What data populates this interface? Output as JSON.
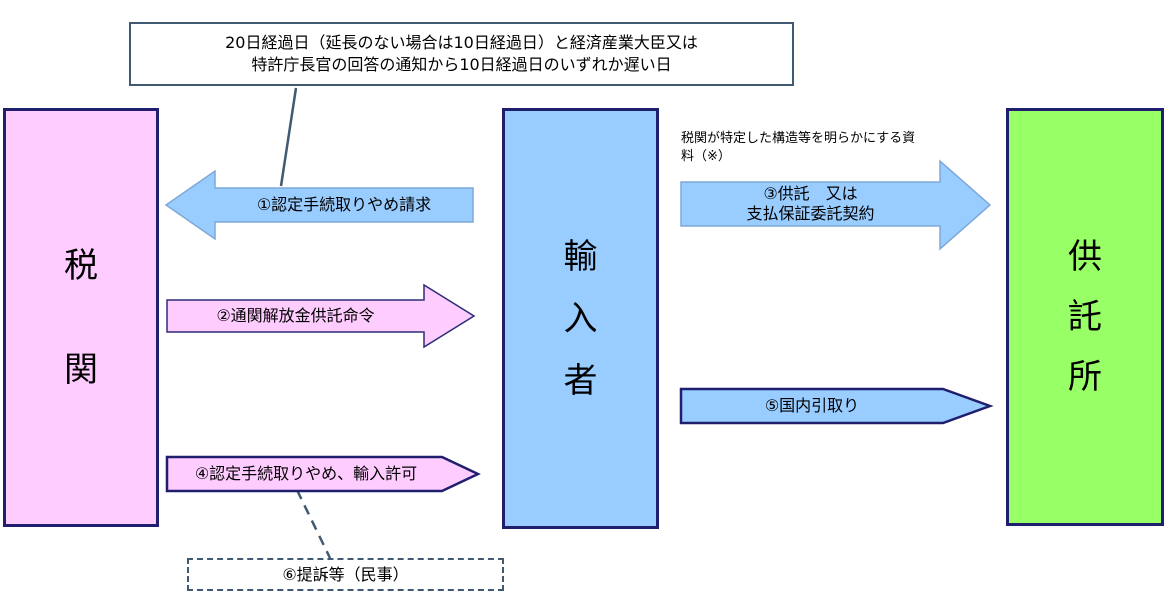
{
  "nodes": {
    "customs": {
      "chars": [
        "税",
        "関"
      ],
      "fill": "#ffccff"
    },
    "importer": {
      "chars": [
        "輸",
        "入",
        "者"
      ],
      "fill": "#99ccff"
    },
    "depository": {
      "chars": [
        "供",
        "託",
        "所"
      ],
      "fill": "#99ff66"
    }
  },
  "notes": {
    "deadline": {
      "line1": "20日経過日（延長のない場合は10日経過日）と経済産業大臣又は",
      "line2": "特許庁長官の回答の通知から10日経過日のいずれか遅い日"
    },
    "lawsuit": "⑥提訴等（民事）"
  },
  "steps": {
    "step1": "①認定手続取りやめ請求",
    "step2": "②通関解放金供託命令",
    "step3": {
      "line1": "③供託　又は",
      "line2": "支払保証委託契約"
    },
    "step4": "④認定手続取りやめ、輸入許可",
    "step5": "⑤国内引取り"
  },
  "materials_note": {
    "line1": "税関が特定した構造等を明らかにする資",
    "line2": "料（※）"
  },
  "colors": {
    "border": "#1f1f6e",
    "blue_arrow": "#99ccff",
    "blue_arrow_stroke": "#7fa8d8",
    "pink_arrow": "#ffccff",
    "pink_arrow_stroke": "#2d2d7a",
    "connector": "#3f5a72"
  }
}
